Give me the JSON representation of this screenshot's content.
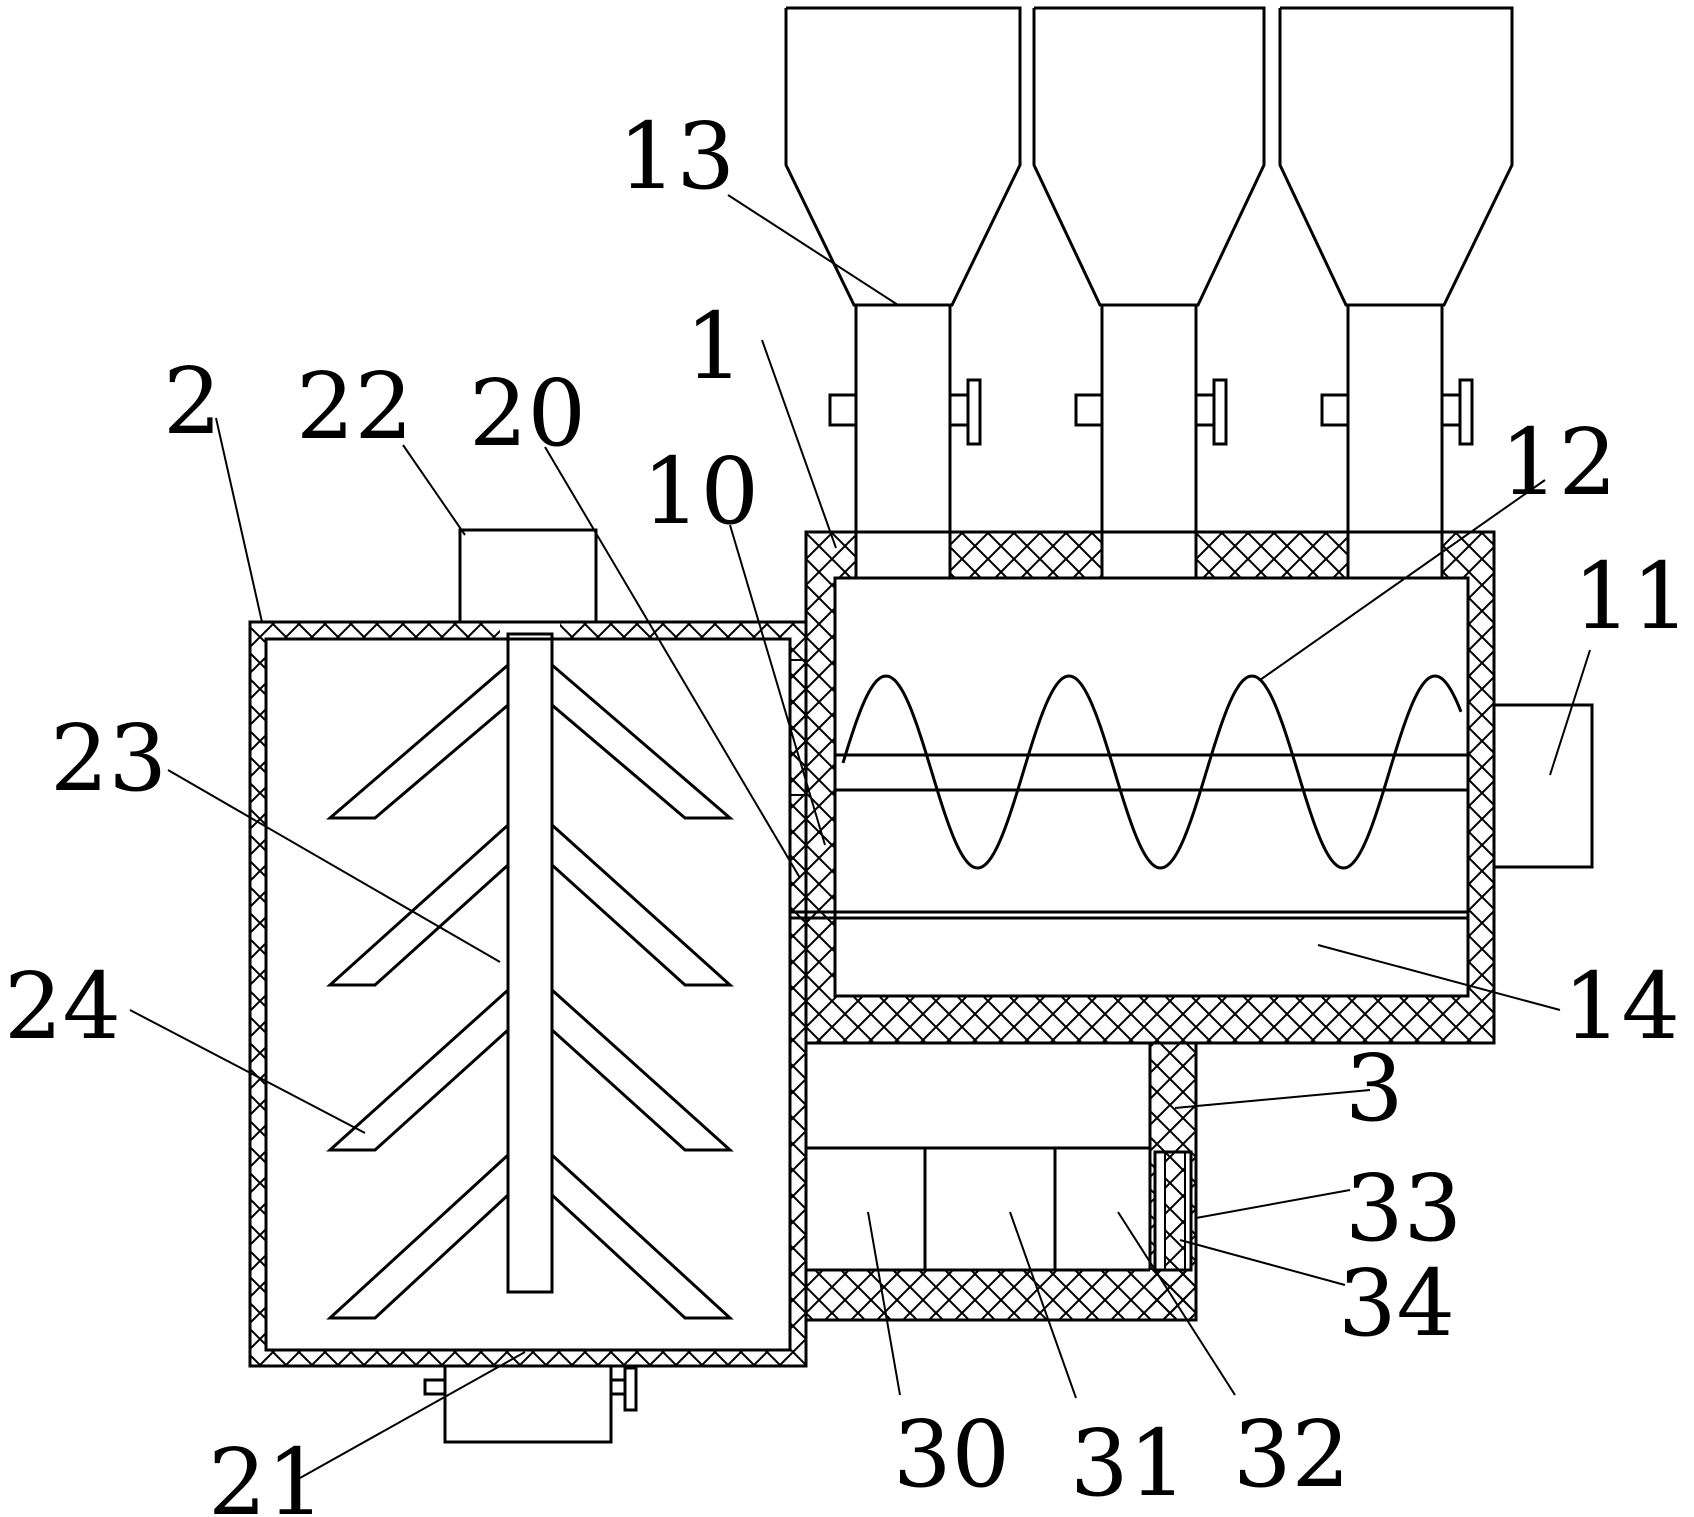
{
  "colors": {
    "line": "#000000",
    "background": "#ffffff"
  },
  "labels": {
    "l13": "13",
    "l1": "1",
    "l2": "2",
    "l22": "22",
    "l20": "20",
    "l10": "10",
    "l12": "12",
    "l11": "11",
    "l23": "23",
    "l24": "24",
    "l14": "14",
    "l3": "3",
    "l33": "33",
    "l34": "34",
    "l30": "30",
    "l31": "31",
    "l32": "32",
    "l21": "21"
  }
}
